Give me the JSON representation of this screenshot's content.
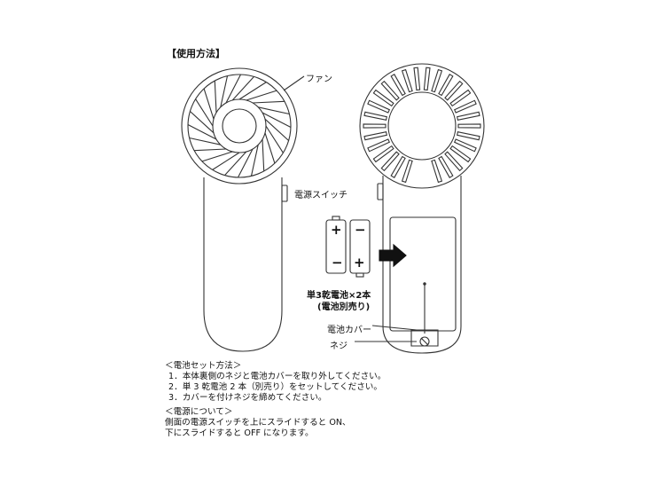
{
  "title": "【使用方法】",
  "labels": {
    "fan": "ファン",
    "power_switch": "電源スイッチ",
    "battery_line1": "単3乾電池×2本",
    "battery_line2": "(電池別売り)",
    "battery_cover": "電池カバー",
    "screw": "ネジ"
  },
  "battery_marks": {
    "plus": "+",
    "minus": "−"
  },
  "battery_setup": {
    "heading": "＜電池セット方法＞",
    "steps": [
      "1．本体裏側のネジと電池カバーを取り外してください。",
      "2．単 3 乾電池 2 本（別売り）をセットしてください。",
      "3．カバーを付けネジを締めてください。"
    ]
  },
  "power": {
    "heading": "＜電源について＞",
    "lines": [
      "側面の電源スイッチを上にスライドすると ON、",
      "下にスライドすると OFF になります。"
    ]
  },
  "icons": [
    "fan-front-icon",
    "fan-back-icon",
    "battery-icon",
    "arrow-right-icon",
    "screw-icon"
  ]
}
